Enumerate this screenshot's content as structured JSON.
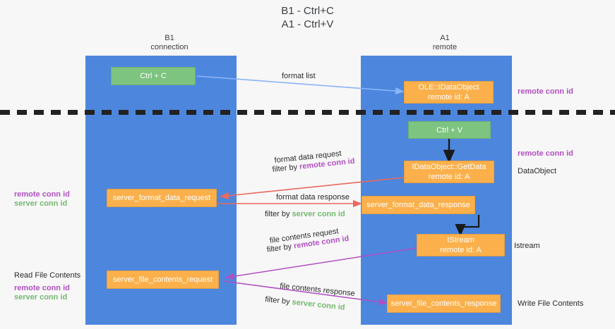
{
  "title": {
    "line1": "B1 - Ctrl+C",
    "line2": "A1 - Ctrl+V"
  },
  "columns": [
    {
      "name": "B1",
      "sub": "connection"
    },
    {
      "name": "A1",
      "sub": "remote"
    }
  ],
  "colors": {
    "lane": "#4d86dd",
    "green_box": "#7cc47f",
    "orange_box": "#fbb04b",
    "remote_conn_id": "#b24fc4",
    "server_conn_id": "#74b96f",
    "arrow_blue": "#8ab4f8",
    "arrow_red": "#e8695f",
    "arrow_purple": "#b24fc4",
    "arrow_black": "#1a1a1a",
    "background": "#f7f7f7"
  },
  "boxes": {
    "ctrl_c": "Ctrl + C",
    "ctrl_v": "Ctrl + V",
    "ole_idataobject": {
      "line1": "OLE::IDataObject",
      "line2": "remote id: A"
    },
    "idataobject_getdata": {
      "line1": "IDataObject::GetData",
      "line2": "remote id: A"
    },
    "istream": {
      "line1": "IStream",
      "line2": "remote id: A"
    },
    "server_format_data_request": "server_format_data_request",
    "server_format_data_response": "server_format_data_response",
    "server_file_contents_request": "server_file_contents_request",
    "server_file_contents_response": "server_file_contents_response"
  },
  "arrows": {
    "format_list": "format list",
    "format_data_request": {
      "line1": "format data request",
      "prefix": "filter by ",
      "id": "remote conn id"
    },
    "format_data_response": {
      "line1": "format data response",
      "prefix": "filter by ",
      "id": "server conn id"
    },
    "file_contents_request": {
      "line1": "file contents request",
      "prefix": "filter by ",
      "id": "remote conn id"
    },
    "file_contents_response": {
      "line1": "file contents response",
      "prefix": "filter by ",
      "id": "server conn id"
    }
  },
  "side_labels": {
    "remote_conn_id_top": "remote conn id",
    "remote_conn_id_mid": "remote conn id",
    "data_object": "DataObject",
    "istream": "Istream",
    "write_file_contents": "Write File Contents"
  },
  "left_labels": {
    "legend_mid_remote": "remote conn id",
    "legend_mid_server": "server conn id",
    "read_file_contents": "Read File Contents",
    "legend_bottom_remote": "remote conn id",
    "legend_bottom_server": "server conn id"
  }
}
